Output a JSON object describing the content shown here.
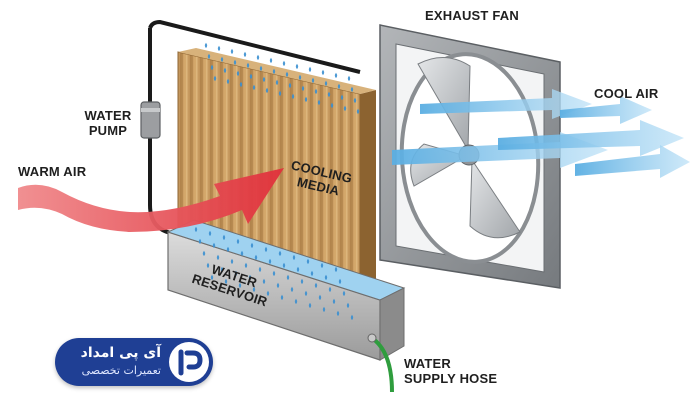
{
  "labels": {
    "exhaust_fan": "EXHAUST FAN",
    "cool_air": "COOL AIR",
    "water_pump": [
      "WATER",
      "PUMP"
    ],
    "warm_air": "WARM AIR",
    "cooling_media": [
      "COOLING",
      "MEDIA"
    ],
    "water_reservoir": [
      "WATER",
      "RESERVOIR"
    ],
    "water_supply_hose": [
      "WATER",
      "SUPPLY HOSE"
    ]
  },
  "brand": {
    "title": "آی پی امداد",
    "subtitle": "تعمیرات تخصصی"
  },
  "colors": {
    "fan_frame": "#8e9296",
    "media": "#c89a5e",
    "water": "#8cc6ea",
    "warm_arrow": "#e0454a",
    "cool_arrow": "#7fc4ec",
    "brand": "#1f3f94"
  }
}
